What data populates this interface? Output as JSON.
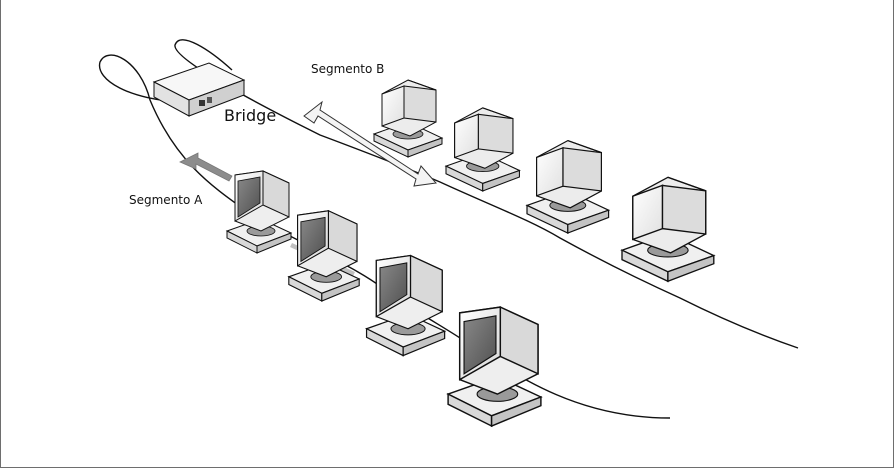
{
  "diagram": {
    "labels": {
      "segment_b": "Segmento B",
      "segment_a": "Segmento A",
      "bridge": "Bridge"
    },
    "devices": {
      "bridge": "bridge-box",
      "segment_a_computers": 4,
      "segment_b_computers": 4
    },
    "colors": {
      "cable": "#111111",
      "arrow_segment_a": "#8c8c8c",
      "arrow_segment_b": "#f4f4f4",
      "device_fill": "#ececec",
      "screen": "#666666",
      "border": "#6e6e6e"
    }
  }
}
